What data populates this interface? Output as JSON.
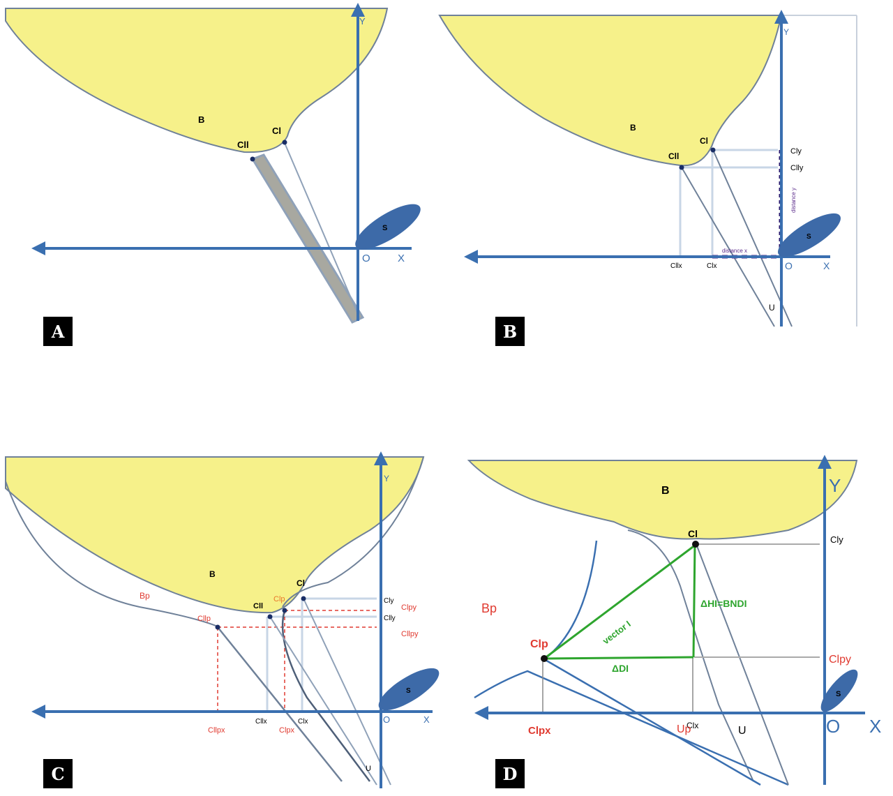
{
  "colors": {
    "body": "#f6f18a",
    "axis": "#3a6fb0",
    "line": "#6f8199",
    "red": "#e03a30",
    "green": "#2ea52e",
    "purple": "#5a2a8a",
    "ellipse": "#3d6aa8"
  },
  "panels": {
    "A": {
      "label": "A",
      "body": "B",
      "cl": "Cl",
      "cll": "Cll",
      "s": "S",
      "o": "O",
      "x": "X",
      "y": "Y"
    },
    "B": {
      "label": "B",
      "body": "B",
      "cl": "Cl",
      "cll": "Cll",
      "cly": "Cly",
      "clly": "Clly",
      "cllx": "Cllx",
      "clx": "Clx",
      "distance_y": "distance y",
      "distance_x": "distance x",
      "u": "U",
      "s": "S",
      "o": "O",
      "x": "X",
      "y": "Y"
    },
    "C": {
      "label": "C",
      "body": "B",
      "bp": "Bp",
      "cl": "Cl",
      "cll": "Cll",
      "clp": "Clp",
      "cllp": "Cllp",
      "cly": "Cly",
      "clpy": "Clpy",
      "clly": "Clly",
      "cllpy": "Cllpy",
      "cllpx": "Cllpx",
      "cllx": "Cllx",
      "clpx": "Clpx",
      "clx": "Clx",
      "u": "U",
      "s": "S",
      "o": "O",
      "x": "X",
      "y": "Y"
    },
    "D": {
      "label": "D",
      "body": "B",
      "bp": "Bp",
      "cl": "Cl",
      "cly": "Cly",
      "clp": "Clp",
      "clpy": "Clpy",
      "clpx": "Clpx",
      "clx": "Clx",
      "up": "Up",
      "u": "U",
      "vector": "vector I",
      "delta_h": "ΔHI=BNDI",
      "delta_d": "ΔDI",
      "s": "S",
      "o": "O",
      "x": "X",
      "y": "Y"
    }
  }
}
